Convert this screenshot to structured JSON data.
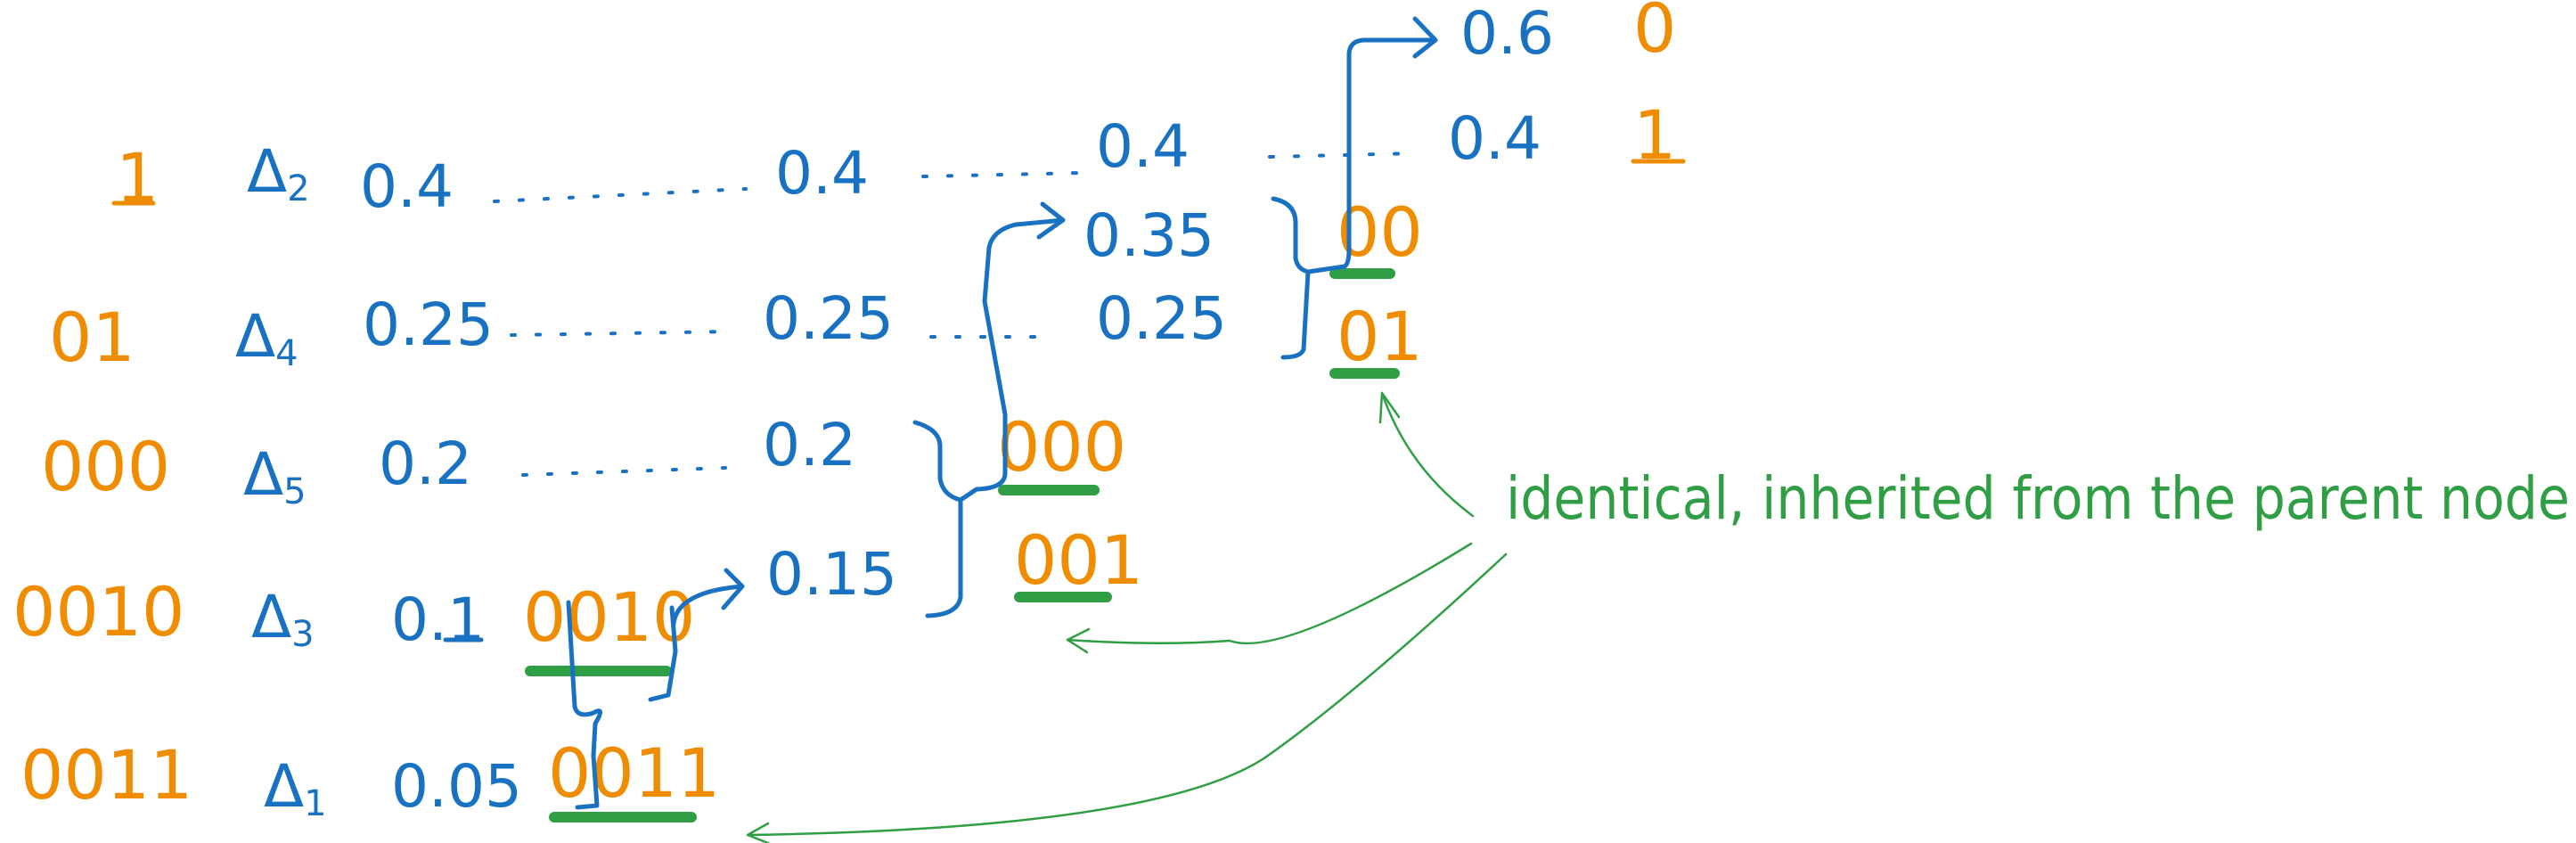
{
  "colors": {
    "probability": "#1971c2",
    "code": "#f08c00",
    "annotation": "#2f9e44"
  },
  "rows": [
    {
      "code": "1",
      "symbol": "Δ",
      "subscript": "2",
      "p": "0.4"
    },
    {
      "code": "01",
      "symbol": "Δ",
      "subscript": "4",
      "p": "0.25"
    },
    {
      "code": "000",
      "symbol": "Δ",
      "subscript": "5",
      "p": "0.2"
    },
    {
      "code": "0010",
      "symbol": "Δ",
      "subscript": "3",
      "p": "0.1"
    },
    {
      "code": "0011",
      "symbol": "Δ",
      "subscript": "1",
      "p": "0.05"
    }
  ],
  "step1": {
    "p_0_4": "0.4",
    "p_0_25": "0.25",
    "p_0_2": "0.2",
    "merged": "0.15",
    "child_code_a": "0010",
    "child_code_b": "0011"
  },
  "step2": {
    "p_0_4": "0.4",
    "merged": "0.35",
    "p_0_25": "0.25",
    "child_code_a": "000",
    "child_code_b": "001"
  },
  "step3": {
    "merged": "0.6",
    "p_0_4": "0.4",
    "code_0_6": "0",
    "code_0_4": "1",
    "child_code_a": "00",
    "child_code_b": "01"
  },
  "annotation": {
    "text": "identical, inherited from the parent node"
  }
}
